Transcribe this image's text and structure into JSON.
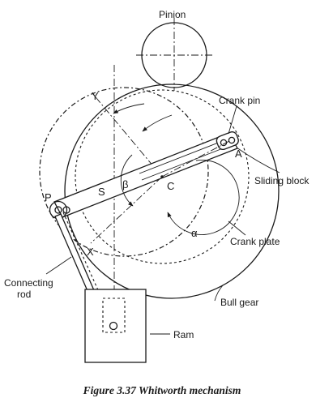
{
  "labels": {
    "pinion": "Pinion",
    "crank_pin": "Crank pin",
    "sliding_block": "Sliding block",
    "crank_plate": "Crank plate",
    "bull_gear": "Bull gear",
    "connecting_rod_line1": "Connecting",
    "connecting_rod_line2": "rod",
    "ram": "Ram"
  },
  "points": {
    "p": "P",
    "s": "S",
    "c": "C",
    "a": "A",
    "x": "X",
    "y": "Y",
    "alpha": "α",
    "beta": "β"
  },
  "caption": "Figure 3.37 Whitworth mechanism"
}
